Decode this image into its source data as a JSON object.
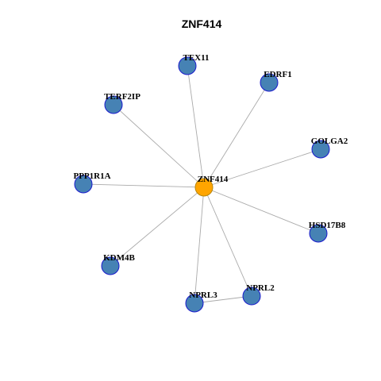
{
  "title": "ZNF414",
  "colors": {
    "hub_fill": "#FFA500",
    "hub_stroke": "#B8860B",
    "node_fill": "#4682B4",
    "node_stroke": "#1A1ACD",
    "edge": "#AAAAAA"
  },
  "nodes": [
    {
      "id": "ZNF414",
      "label": "ZNF414",
      "hub": true
    },
    {
      "id": "TEX11",
      "label": "TEX11"
    },
    {
      "id": "EDRF1",
      "label": "EDRF1"
    },
    {
      "id": "TERF2IP",
      "label": "TERF2IP"
    },
    {
      "id": "GOLGA2",
      "label": "GOLGA2"
    },
    {
      "id": "PPP1R1A",
      "label": "PPP1R1A"
    },
    {
      "id": "HSD17B8",
      "label": "HSD17B8"
    },
    {
      "id": "KDM4B",
      "label": "KDM4B"
    },
    {
      "id": "NPRL2",
      "label": "NPRL2"
    },
    {
      "id": "NPRL3",
      "label": "NPRL3"
    }
  ],
  "edges": [
    [
      "ZNF414",
      "TEX11"
    ],
    [
      "ZNF414",
      "EDRF1"
    ],
    [
      "ZNF414",
      "TERF2IP"
    ],
    [
      "ZNF414",
      "GOLGA2"
    ],
    [
      "ZNF414",
      "PPP1R1A"
    ],
    [
      "ZNF414",
      "HSD17B8"
    ],
    [
      "ZNF414",
      "KDM4B"
    ],
    [
      "ZNF414",
      "NPRL2"
    ],
    [
      "ZNF414",
      "NPRL3"
    ],
    [
      "NPRL3",
      "NPRL2"
    ]
  ]
}
